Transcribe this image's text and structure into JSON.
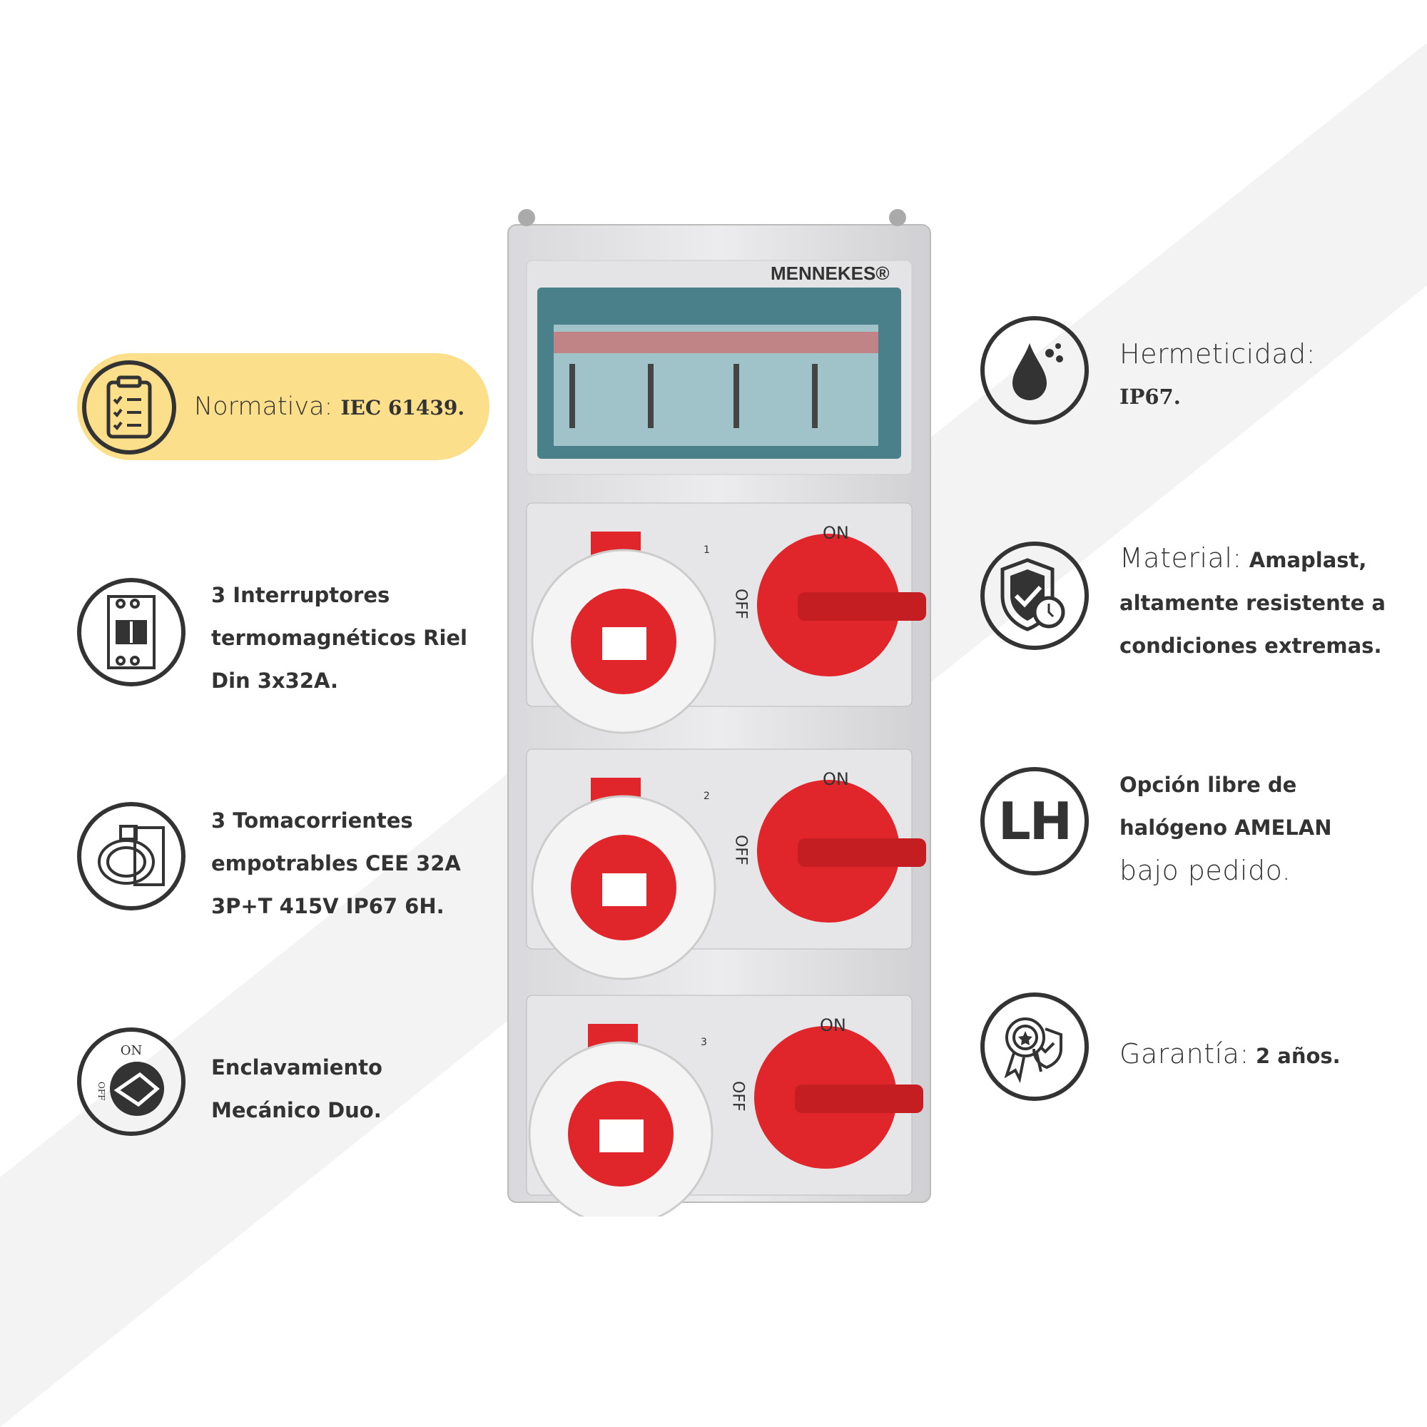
{
  "normativa": {
    "label": "Normativa:",
    "value": "IEC 61439.",
    "icon": "clipboard-checklist-icon"
  },
  "left_features": [
    {
      "icon": "breaker-icon",
      "lines": [
        "3 Interruptores",
        "termomagnéticos Riel",
        "Din 3x32A."
      ]
    },
    {
      "icon": "socket-icon",
      "lines": [
        "3 Tomacorrientes",
        "empotrables CEE 32A",
        "3P+T 415V IP67 6H."
      ]
    },
    {
      "icon": "interlock-switch-icon",
      "lines": [
        "Enclavamiento",
        "Mecánico Duo."
      ],
      "icon_on": "ON",
      "icon_off": "OFF"
    }
  ],
  "right_features": [
    {
      "icon": "water-drop-icon",
      "label": "Hermeticidad:",
      "lines": [
        "IP67."
      ]
    },
    {
      "icon": "shield-check-clock-icon",
      "label": "Material:",
      "first": "Amaplast,",
      "lines": [
        "altamente resistente a",
        "condiciones extremas."
      ]
    },
    {
      "icon": "lh-icon",
      "icon_text": "LH",
      "lines": [
        "Opción libre de",
        "halógeno AMELAN"
      ],
      "light": "bajo pedido."
    },
    {
      "icon": "warranty-badge-icon",
      "label": "Garantía:",
      "value": "2 años."
    }
  ],
  "product": {
    "brand": "MENNEKES®",
    "sections": [
      {
        "number": "1",
        "on": "ON",
        "off": "OFF"
      },
      {
        "number": "2",
        "on": "ON",
        "off": "OFF"
      },
      {
        "number": "3",
        "on": "ON",
        "off": "OFF"
      }
    ]
  },
  "colors": {
    "accent": "#fcdf8a",
    "text": "#333333",
    "red": "#e0262a",
    "band": "#f3f3f3"
  }
}
